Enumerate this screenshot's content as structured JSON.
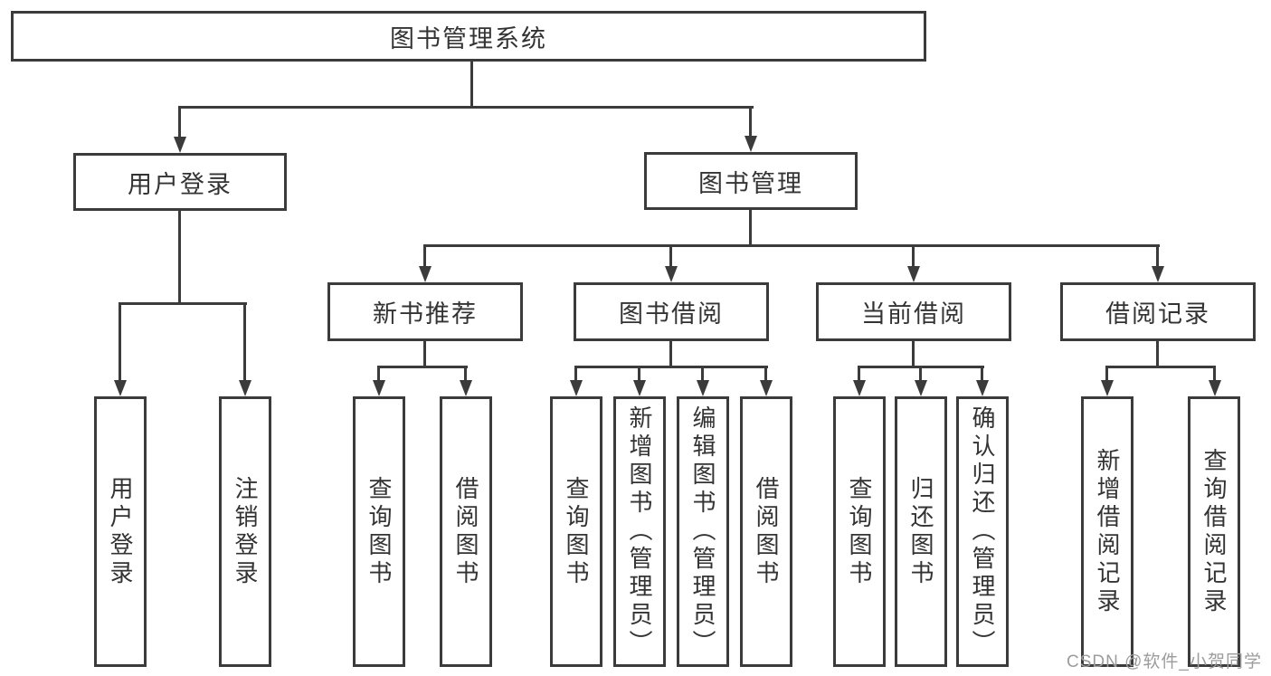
{
  "diagram": {
    "root": {
      "label": "图书管理系统"
    },
    "level2": [
      {
        "id": "user-login",
        "label": "用户登录"
      },
      {
        "id": "book-management",
        "label": "图书管理"
      }
    ],
    "level3": [
      {
        "id": "new-book-recommend",
        "label": "新书推荐"
      },
      {
        "id": "book-borrow",
        "label": "图书借阅"
      },
      {
        "id": "current-borrow",
        "label": "当前借阅"
      },
      {
        "id": "borrow-records",
        "label": "借阅记录"
      }
    ],
    "leaves": [
      {
        "id": "user-login-leaf",
        "parent": "user-login",
        "label": "用户登录"
      },
      {
        "id": "logout-leaf",
        "parent": "user-login",
        "label": "注销登录"
      },
      {
        "id": "query-books-recommend",
        "parent": "new-book-recommend",
        "label": "查询图书"
      },
      {
        "id": "borrow-books-recommend",
        "parent": "new-book-recommend",
        "label": "借阅图书"
      },
      {
        "id": "query-books-borrow",
        "parent": "book-borrow",
        "label": "查询图书"
      },
      {
        "id": "add-books-admin",
        "parent": "book-borrow",
        "label": "新增图书（管理员）"
      },
      {
        "id": "edit-books-admin",
        "parent": "book-borrow",
        "label": "编辑图书（管理员）"
      },
      {
        "id": "borrow-books-borrow",
        "parent": "book-borrow",
        "label": "借阅图书"
      },
      {
        "id": "query-books-current",
        "parent": "current-borrow",
        "label": "查询图书"
      },
      {
        "id": "return-books",
        "parent": "current-borrow",
        "label": "归还图书"
      },
      {
        "id": "confirm-return-admin",
        "parent": "current-borrow",
        "label": "确认归还（管理员）"
      },
      {
        "id": "add-borrow-record",
        "parent": "borrow-records",
        "label": "新增借阅记录"
      },
      {
        "id": "query-borrow-record",
        "parent": "borrow-records",
        "label": "查询借阅记录"
      }
    ],
    "watermark": "CSDN @软件_小贺同学",
    "colors": {
      "line": "#3b3b3b",
      "text": "#333333",
      "watermark": "#9c9c9c",
      "background": "#ffffff"
    }
  }
}
